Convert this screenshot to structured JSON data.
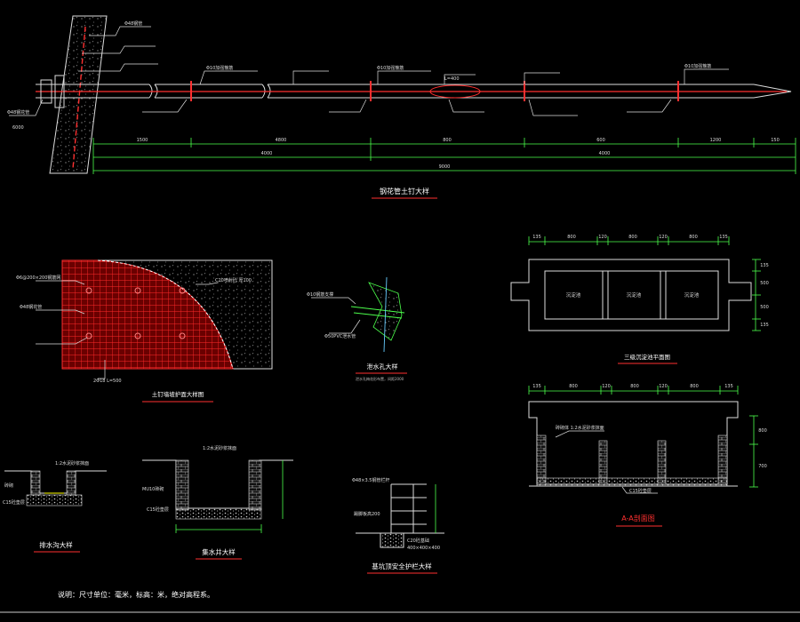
{
  "drawing": {
    "title_main": "钢花管土钉大样",
    "dims_top": [
      "1500",
      "4800",
      "800",
      "600",
      "1200",
      "150"
    ],
    "dims_mid": [
      "4000",
      "4000"
    ],
    "dim_total": "9000",
    "callouts_top": [
      "Φ48钢管",
      "Φ10加强箍筋",
      "L=400",
      "Φ10加强箍筋",
      "Φ10加强箍筋"
    ],
    "anchor_label": "Φ48钢花管",
    "left_dim": "6000",
    "slope_title": "土钉墙坡护面大样图",
    "slope_labels": [
      "Φ6@200×200钢筋网",
      "C20喷射砼 厚100",
      "Φ48钢花管",
      "2Φ18 L=500"
    ],
    "weep_title": "泄水孔大样",
    "weep_labels": [
      "Φ10钢筋支撑",
      "Φ50PVC泄水管"
    ],
    "weep_note": "泄水孔梅花形布置，间距2000",
    "tank_plan_title": "三级沉淀池平面图",
    "tank_chambers": [
      "沉淀池",
      "沉淀池",
      "沉淀池"
    ],
    "tank_dims": [
      "135",
      "800",
      "120",
      "800",
      "120",
      "800",
      "135"
    ],
    "tank_side_dims": [
      "135",
      "500",
      "500",
      "135"
    ],
    "tank_section_title": "A-A剖面图",
    "tank_section_dims": [
      "135",
      "800",
      "120",
      "800",
      "120",
      "800",
      "135"
    ],
    "tank_section_side": [
      "800",
      "700"
    ],
    "tank_section_label": "砖砌体 1:2水泥砂浆抹面",
    "tank_section_base": "C15砼垫层",
    "ditch_title": "排水沟大样",
    "ditch_labels": [
      "1:2水泥砂浆抹面",
      "砖砌",
      "C15砼垫层"
    ],
    "pit_title": "集水井大样",
    "pit_labels": [
      "1:2水泥砂浆抹面",
      "MU10砖砌",
      "C15砼垫层"
    ],
    "rail_title": "基坑顶安全护栏大样",
    "rail_labels": [
      "Φ48×3.5钢管栏杆",
      "踢脚板高200",
      "C20砼基础",
      "400×400×400"
    ],
    "notes": "说明：尺寸单位：毫米，标高：米，绝对高程系。"
  }
}
